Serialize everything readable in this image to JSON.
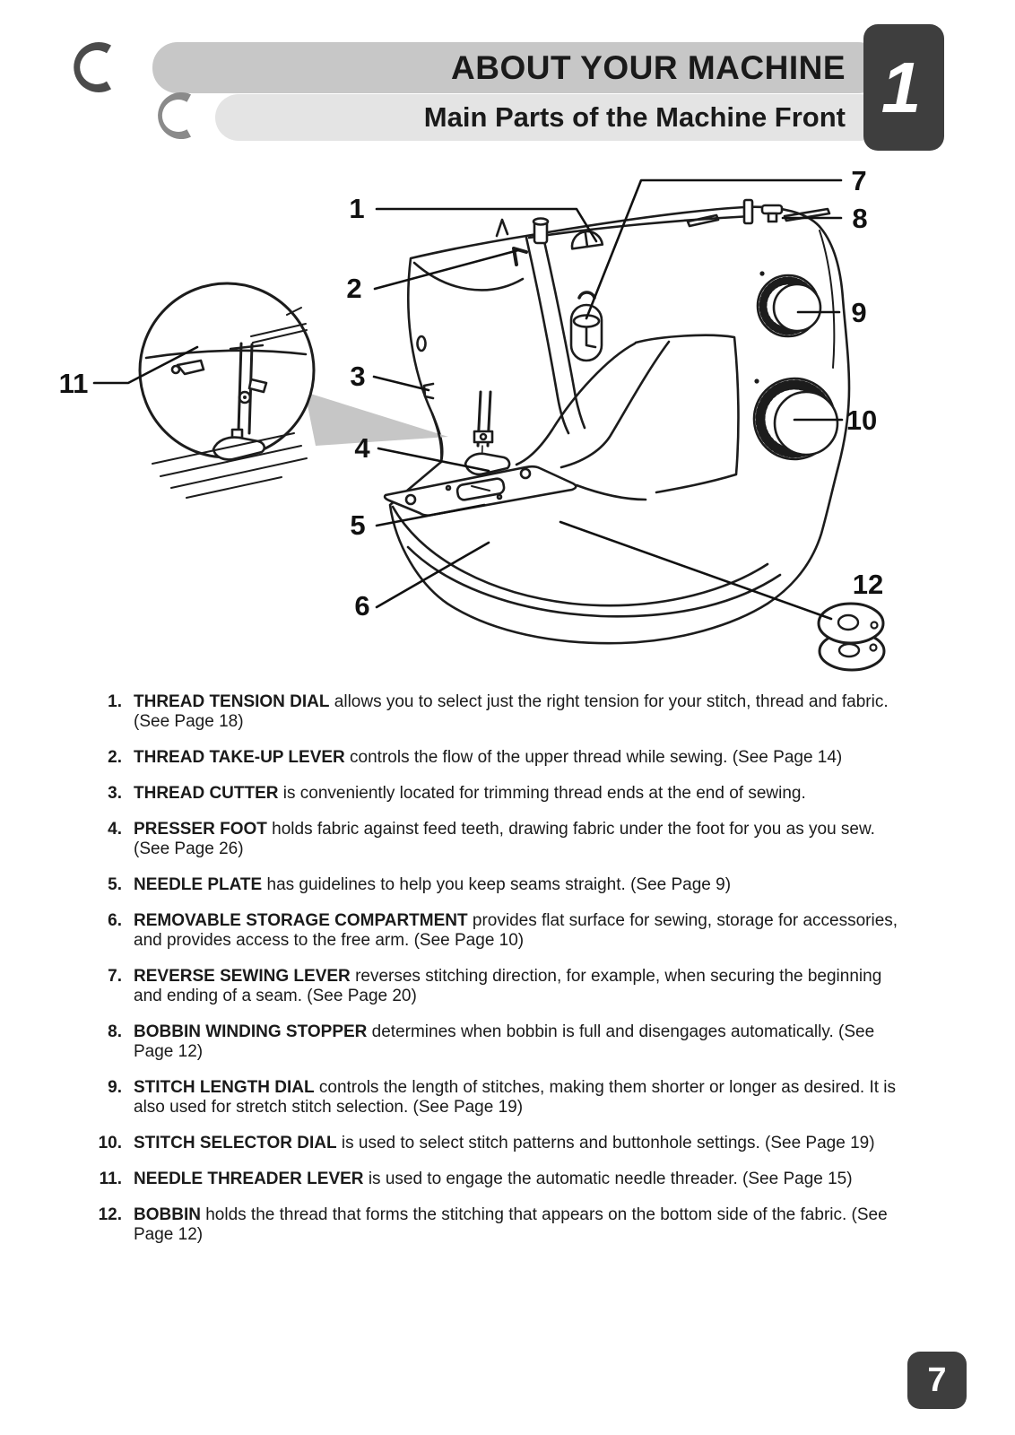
{
  "header": {
    "title": "ABOUT YOUR MACHINE",
    "subtitle": "Main Parts of the Machine Front",
    "chapter_tab": "1",
    "colors": {
      "title_bar": "#c7c7c7",
      "subtitle_bar": "#e4e4e4",
      "chapter_tab_bg": "#3e3e3e",
      "crescent_dark": "#4b4b4b",
      "crescent_light": "#8a8a8a"
    }
  },
  "diagram": {
    "description": "Line drawing of the sewing machine front with numbered callouts, magnified inset of the needle area, and a separate bobbin illustration",
    "labels": [
      "1",
      "2",
      "3",
      "4",
      "5",
      "6",
      "7",
      "8",
      "9",
      "10",
      "11",
      "12"
    ]
  },
  "parts_list": [
    {
      "num": "1.",
      "name": "THREAD TENSION DIAL",
      "desc": "allows you to select just the right tension for your stitch, thread and fabric. (See Page 18)"
    },
    {
      "num": "2.",
      "name": "THREAD TAKE-UP LEVER",
      "desc": "controls the flow of the upper thread while sewing. (See Page 14)"
    },
    {
      "num": "3.",
      "name": "THREAD CUTTER",
      "desc": "is conveniently located for trimming thread ends at the end of sewing."
    },
    {
      "num": "4.",
      "name": "PRESSER FOOT",
      "desc": "holds fabric against feed teeth, drawing fabric under the foot for you as you sew. (See Page 26)"
    },
    {
      "num": "5.",
      "name": "NEEDLE PLATE",
      "desc": "has guidelines to help you keep seams straight. (See Page 9)"
    },
    {
      "num": "6.",
      "name": "REMOVABLE STORAGE COMPARTMENT",
      "desc": "provides flat surface for sewing, storage for accessories, and provides access to the free arm. (See Page 10)"
    },
    {
      "num": "7.",
      "name": "REVERSE SEWING LEVER",
      "desc": "reverses stitching direction, for example, when securing the beginning and ending of a seam. (See Page 20)"
    },
    {
      "num": "8.",
      "name": "BOBBIN WINDING STOPPER",
      "desc": "determines when bobbin is full and disengages automatically. (See Page 12)"
    },
    {
      "num": "9.",
      "name": "STITCH LENGTH DIAL",
      "desc": "controls the length of stitches, making them shorter or longer as desired. It is also used for stretch stitch selection. (See Page 19)"
    },
    {
      "num": "10.",
      "name": "STITCH SELECTOR DIAL",
      "desc": "is used to select stitch patterns and buttonhole settings. (See Page 19)"
    },
    {
      "num": "11.",
      "name": "NEEDLE THREADER LEVER",
      "desc": "is used to engage the automatic needle threader. (See Page 15)"
    },
    {
      "num": "12.",
      "name": "BOBBIN",
      "desc": "holds the thread that forms the stitching that appears on the bottom side of the fabric. (See Page 12)"
    }
  ],
  "page": {
    "page_number": "7"
  }
}
